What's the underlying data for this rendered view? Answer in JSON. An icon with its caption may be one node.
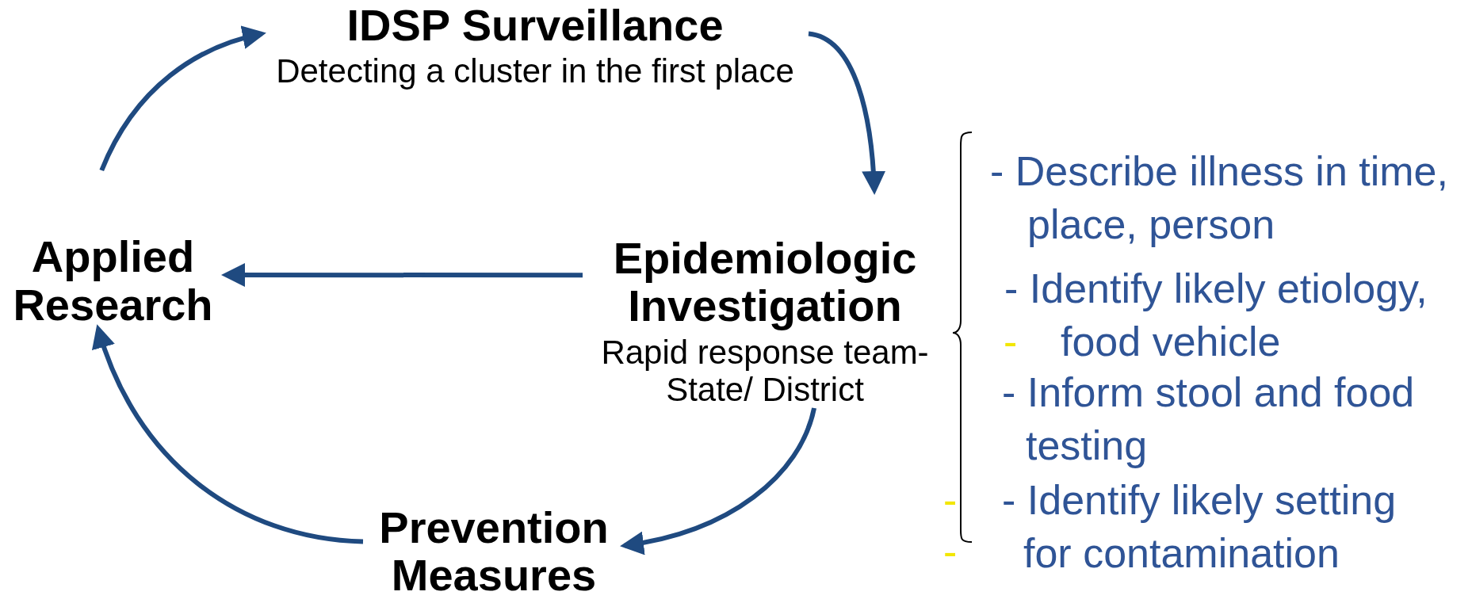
{
  "diagram": {
    "nodes": [
      {
        "text": [
          "IDSP Surveillance",
          "Detecting a cluster in the first place"
        ]
      },
      {
        "text": [
          "Epidemiologic Investigation",
          "Rapid response team- State/ District"
        ]
      },
      {
        "text": [
          "Prevention Measures"
        ]
      },
      {
        "text": [
          "Applied Research"
        ]
      }
    ],
    "edges": [
      {
        "from": 3,
        "to": 0,
        "arrow": "to"
      },
      {
        "from": 0,
        "to": 1,
        "arrow": "to"
      },
      {
        "from": 1,
        "to": 3,
        "arrow": "to"
      },
      {
        "from": 1,
        "to": 2,
        "arrow": "to"
      },
      {
        "from": 2,
        "to": 3,
        "arrow": "to"
      }
    ],
    "labels": [
      "- Describe illness in time, place, person",
      "- Identify likely etiology, food vehicle",
      "-",
      "- Inform stool and food testing",
      "-",
      "- Identify likely setting for contamination",
      "-"
    ]
  }
}
